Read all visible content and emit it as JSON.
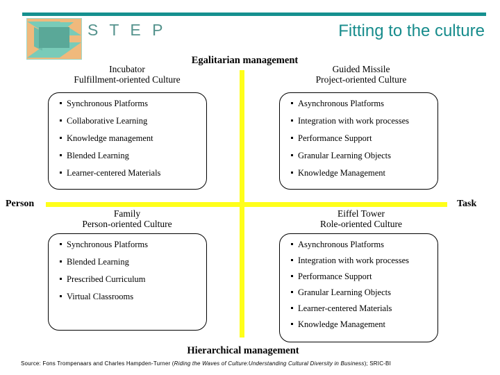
{
  "header": {
    "brand": "S T E P",
    "title": "Fitting to the culture",
    "rule_color": "#15908f",
    "brand_color": "#55938d",
    "title_color": "#178c8c",
    "logo_icon": "step-3d-box-logo"
  },
  "axes": {
    "color": "#ffff1a",
    "left_label": "Person",
    "right_label": "Task",
    "top_label": "Egalitarian management",
    "bottom_label": "Hierarchical management"
  },
  "quadrants": [
    {
      "id": "incubator",
      "position": "top-left",
      "name": "Incubator",
      "culture": "Fulfillment-oriented Culture",
      "items": [
        "Synchronous Platforms",
        "Collaborative Learning",
        "Knowledge management",
        "Blended Learning",
        "Learner-centered Materials"
      ]
    },
    {
      "id": "guided-missile",
      "position": "top-right",
      "name": "Guided Missile",
      "culture": "Project-oriented Culture",
      "items": [
        "Asynchronous Platforms",
        "Integration with work processes",
        "Performance Support",
        "Granular Learning Objects",
        "Knowledge Management"
      ]
    },
    {
      "id": "family",
      "position": "bottom-left",
      "name": "Family",
      "culture": "Person-oriented Culture",
      "items": [
        "Synchronous Platforms",
        "Blended Learning",
        "Prescribed Curriculum",
        "Virtual Classrooms"
      ]
    },
    {
      "id": "eiffel-tower",
      "position": "bottom-right",
      "name": "Eiffel Tower",
      "culture": "Role-oriented Culture",
      "items": [
        "Asynchronous Platforms",
        "Integration with work processes",
        "Performance Support",
        "Granular Learning Objects",
        "Learner-centered Materials",
        "Knowledge Management"
      ]
    }
  ],
  "footer": {
    "source_prefix": "Source: Fons Trompenaars and Charles Hampden-Turner (",
    "source_italic": "Riding the Waves of Culture:Understanding Cultural Diversity in Business",
    "source_suffix": "); SRIC-BI"
  }
}
